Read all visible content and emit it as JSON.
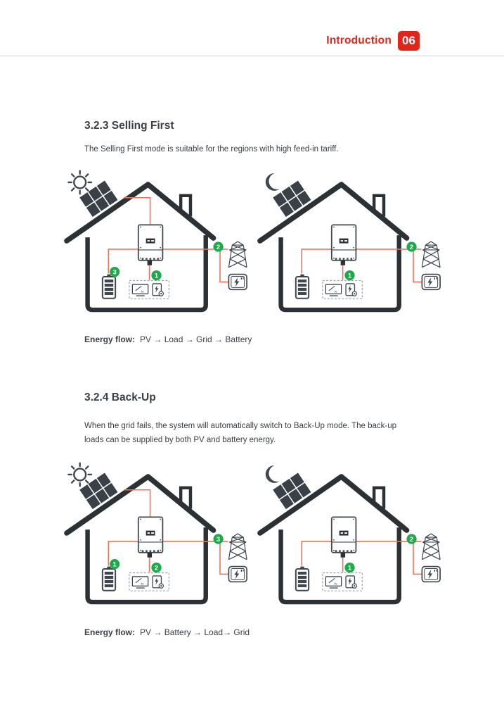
{
  "header": {
    "title": "Introduction",
    "page_number": "06"
  },
  "colors": {
    "accent_red": "#e1251b",
    "line_red": "#f4705a",
    "badge_green": "#1ea94d",
    "house_ink": "#2c3136",
    "icon_ink": "#3f464d",
    "panel_fill": "#394047",
    "text": "#3b4045"
  },
  "sections": [
    {
      "heading": "3.2.3 Selling First",
      "body": "The Selling First mode is suitable for the regions with high feed-in tariff.",
      "energy_flow_label": "Energy flow:",
      "energy_flow_value": "PV → Load → Grid → Battery",
      "diagrams": [
        {
          "scene": "day",
          "show_pv_line": true,
          "show_battery_line": true,
          "badges": {
            "battery": "3",
            "load": "1",
            "grid": "2"
          }
        },
        {
          "scene": "night",
          "show_pv_line": false,
          "show_battery_line": true,
          "badges": {
            "load": "1",
            "grid": "2"
          }
        }
      ]
    },
    {
      "heading": "3.2.4 Back-Up",
      "body": "When the grid fails, the system will automatically switch to Back-Up mode. The back-up loads can be supplied by both PV and battery energy.",
      "energy_flow_label": "Energy flow:",
      "energy_flow_value": "PV → Battery → Load→ Grid",
      "diagrams": [
        {
          "scene": "day",
          "show_pv_line": true,
          "show_battery_line": true,
          "badges": {
            "battery": "1",
            "load": "2",
            "grid": "3"
          }
        },
        {
          "scene": "night",
          "show_pv_line": false,
          "show_battery_line": true,
          "badges": {
            "load": "1",
            "grid": "2"
          }
        }
      ]
    }
  ]
}
